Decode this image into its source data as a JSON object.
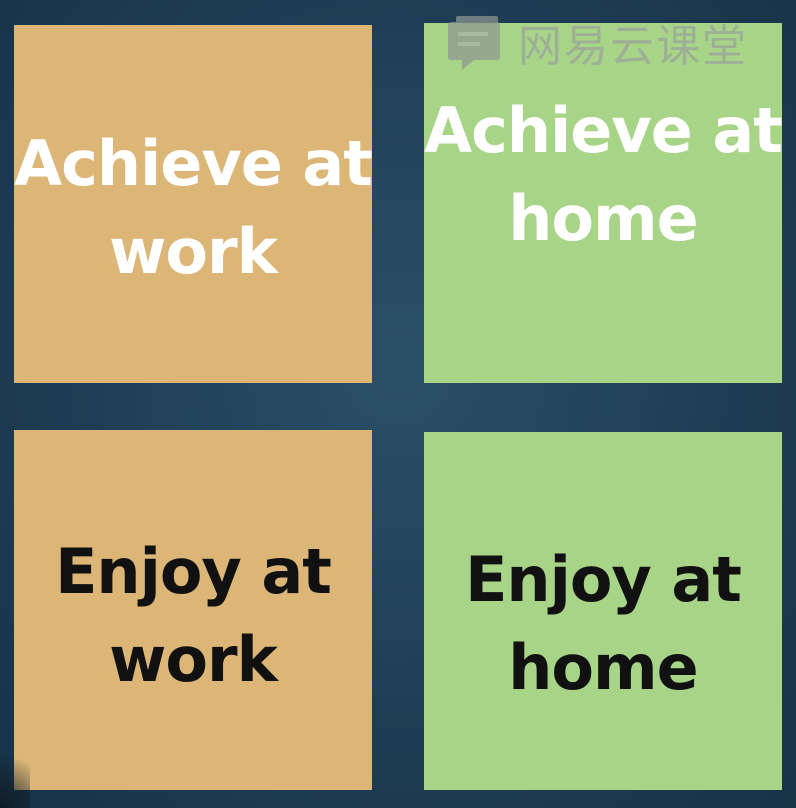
{
  "tiles": {
    "achieve_work": {
      "label": "Achieve at work",
      "color": "#dbb677",
      "text_color": "#ffffff"
    },
    "achieve_home": {
      "label": "Achieve at home",
      "color": "#a8d488",
      "text_color": "#ffffff"
    },
    "enjoy_work": {
      "label": "Enjoy at work",
      "color": "#dbb677",
      "text_color": "#111111"
    },
    "enjoy_home": {
      "label": "Enjoy at home",
      "color": "#a8d488",
      "text_color": "#111111"
    }
  },
  "watermark": {
    "text": "网易云课堂",
    "icon": "book-logo-icon"
  }
}
